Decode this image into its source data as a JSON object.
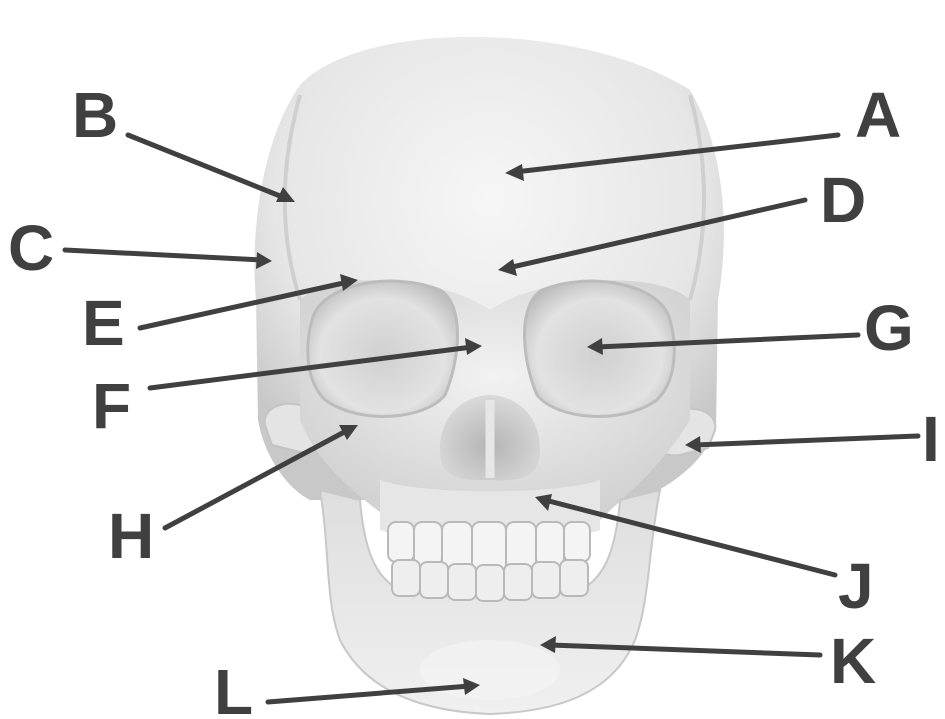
{
  "labels": {
    "A": "A",
    "B": "B",
    "C": "C",
    "D": "D",
    "E": "E",
    "F": "F",
    "G": "G",
    "H": "H",
    "I": "I",
    "J": "J",
    "K": "K",
    "L": "L"
  },
  "colors": {
    "bone_light": "#f4f4f4",
    "bone_mid": "#d6d6d6",
    "bone_dark": "#a8a8a8",
    "label": "#404040"
  }
}
